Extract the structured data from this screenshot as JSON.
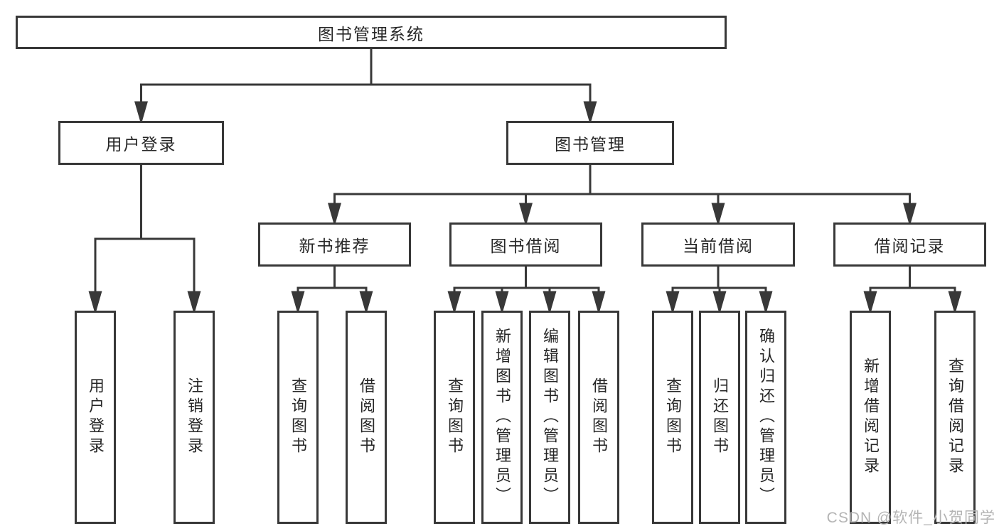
{
  "diagram": {
    "root": "图书管理系统",
    "level2": {
      "user_login": "用户登录",
      "book_mgmt": "图书管理"
    },
    "level3": {
      "new_books": "新书推荐",
      "book_borrow": "图书借阅",
      "current_borrow": "当前借阅",
      "borrow_records": "借阅记录"
    },
    "leaves": {
      "user_login": [
        "用户登录",
        "注销登录"
      ],
      "new_books": [
        "查询图书",
        "借阅图书"
      ],
      "book_borrow": [
        "查询图书",
        "新增图书（管理员）",
        "编辑图书（管理员）",
        "借阅图书"
      ],
      "current_borrow": [
        "查询图书",
        "归还图书",
        "确认归还（管理员）"
      ],
      "borrow_records": [
        "新增借阅记录",
        "查询借阅记录"
      ]
    }
  },
  "watermark": {
    "text": "CSDN @软件_小贺同学"
  },
  "colors": {
    "line": "#383838",
    "box_border": "#383838",
    "text": "#262626",
    "watermark": "#b4b4b4",
    "background": "#ffffff"
  }
}
